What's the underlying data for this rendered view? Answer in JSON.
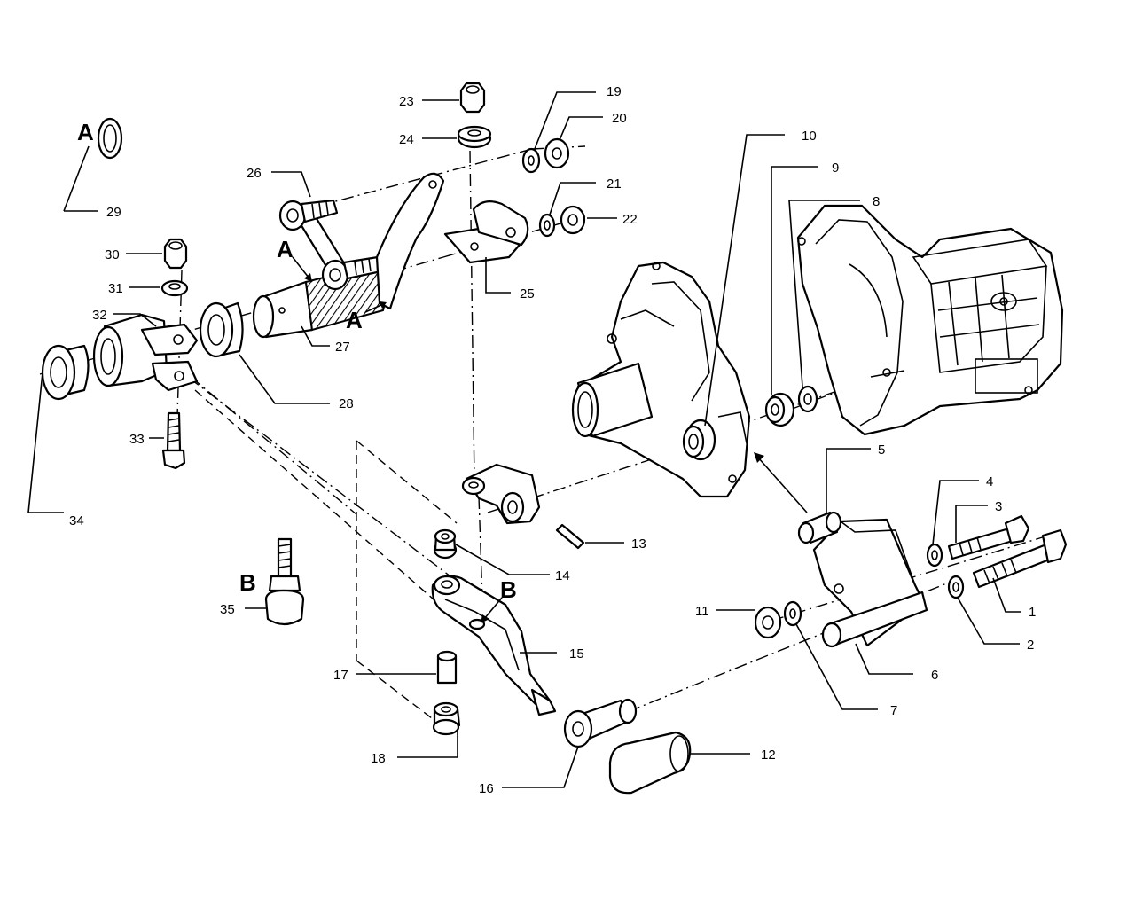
{
  "letters": {
    "a": "A",
    "b": "B"
  },
  "labels": {
    "l1": "1",
    "l2": "2",
    "l3": "3",
    "l4": "4",
    "l5": "5",
    "l6": "6",
    "l7": "7",
    "l8": "8",
    "l9": "9",
    "l10": "10",
    "l11": "11",
    "l12": "12",
    "l13": "13",
    "l14": "14",
    "l15": "15",
    "l16": "16",
    "l17": "17",
    "l18": "18",
    "l19": "19",
    "l20": "20",
    "l21": "21",
    "l22": "22",
    "l23": "23",
    "l24": "24",
    "l25": "25",
    "l26": "26",
    "l27": "27",
    "l28": "28",
    "l29": "29",
    "l30": "30",
    "l31": "31",
    "l32": "32",
    "l33": "33",
    "l34": "34",
    "l35": "35"
  }
}
